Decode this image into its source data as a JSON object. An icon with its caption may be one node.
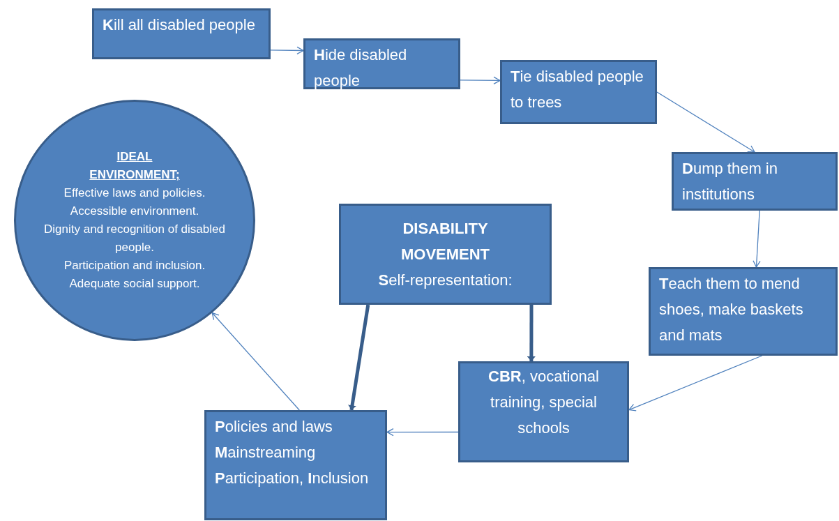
{
  "diagram": {
    "nodes": [
      {
        "text": [
          "**K**ill all disabled people"
        ]
      },
      {
        "text": [
          "**H**ide disabled people"
        ]
      },
      {
        "text": [
          "**T**ie disabled people to trees"
        ]
      },
      {
        "text": [
          "**D**ump them in institutions"
        ]
      },
      {
        "text": [
          "**T**each them to mend shoes, make baskets and mats"
        ]
      },
      {
        "text": [
          "**CBR**, vocational training, special schools"
        ]
      },
      {
        "text": [
          "**P**olicies and laws",
          "**M**ainstreaming",
          "**P**articipation, **I**nclusion"
        ]
      },
      {
        "text": [
          "IDEAL ENVIRONMENT;",
          "Effective laws and policies.",
          "Accessible environment.",
          "Dignity and recognition of disabled people.",
          "Participation and inclusion.",
          "Adequate social support."
        ]
      },
      {
        "text": [
          "DISABILITY MOVEMENT",
          "**S**elf-representation:"
        ]
      }
    ],
    "edges": [
      {
        "from": 0,
        "to": 1,
        "arrow": "to"
      },
      {
        "from": 1,
        "to": 2,
        "arrow": "to"
      },
      {
        "from": 2,
        "to": 3,
        "arrow": "to"
      },
      {
        "from": 3,
        "to": 4,
        "arrow": "to"
      },
      {
        "from": 4,
        "to": 5,
        "arrow": "to"
      },
      {
        "from": 5,
        "to": 6,
        "arrow": "to"
      },
      {
        "from": 6,
        "to": 7,
        "arrow": "to"
      },
      {
        "from": 8,
        "to": 6,
        "arrow": "to",
        "style": "thick",
        "color": "#385d8a"
      },
      {
        "from": 8,
        "to": 5,
        "arrow": "to",
        "style": "thick",
        "color": "#385d8a"
      }
    ]
  }
}
